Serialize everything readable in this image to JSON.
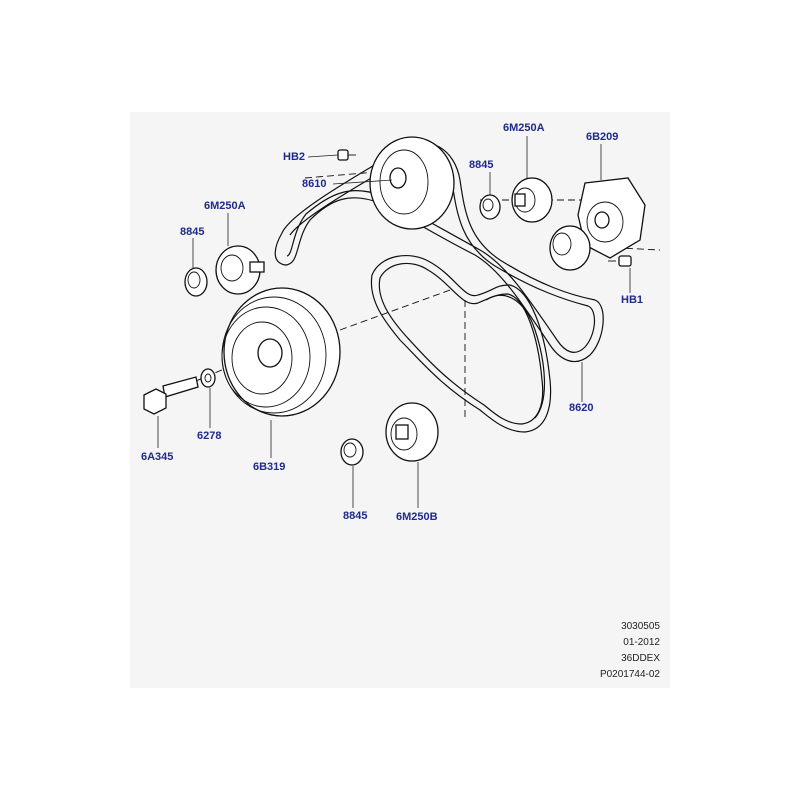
{
  "callouts": {
    "hb2": "HB2",
    "p8610": "8610",
    "m250a_left": "6M250A",
    "p8845_left": "8845",
    "p8845_top": "8845",
    "m250a_top": "6M250A",
    "b209": "6B209",
    "hb1": "HB1",
    "a345": "6A345",
    "p6278": "6278",
    "b319": "6B319",
    "p8620": "8620",
    "p8845_bottom": "8845",
    "m250b": "6M250B"
  },
  "meta": {
    "line1": "3030505",
    "line2": "01-2012",
    "line3": "36DDEX",
    "line4": "P0201744-02"
  },
  "colors": {
    "callout": "#1f2a8a",
    "panel": "#f5f5f5"
  }
}
